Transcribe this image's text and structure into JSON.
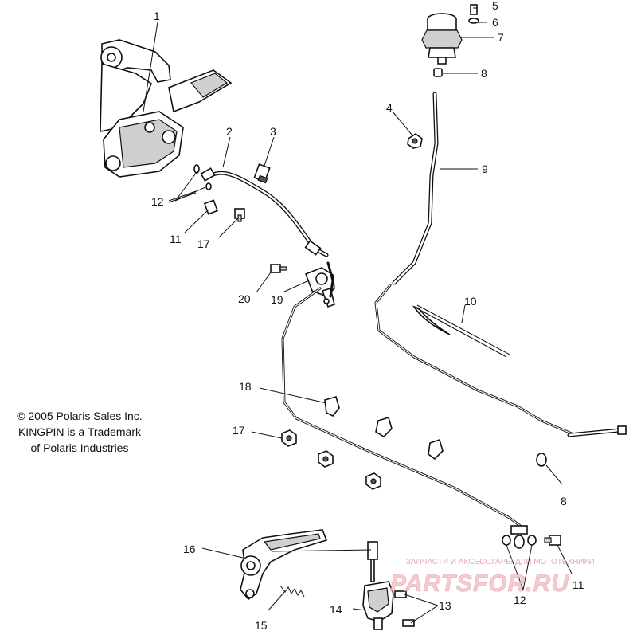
{
  "callouts": {
    "c1": "1",
    "c2": "2",
    "c3": "3",
    "c4": "4",
    "c5": "5",
    "c6": "6",
    "c7": "7",
    "c8a": "8",
    "c8b": "8",
    "c9": "9",
    "c10": "10",
    "c11a": "11",
    "c11b": "11",
    "c12a": "12",
    "c12b": "12",
    "c13": "13",
    "c14": "14",
    "c15": "15",
    "c16": "16",
    "c17a": "17",
    "c17b": "17",
    "c18": "18",
    "c19": "19",
    "c20": "20"
  },
  "copyright": {
    "line1": "© 2005 Polaris Sales Inc.",
    "line2": "KINGPIN is a Trademark",
    "line3": "of Polaris Industries"
  },
  "watermark": {
    "caption": "ЗАПЧАСТИ И АКСЕССУАРЫ ДЛЯ МОТОТЕХНИКИ",
    "logo_text": "PARTSFOR.RU",
    "color": "#e39aa0"
  }
}
